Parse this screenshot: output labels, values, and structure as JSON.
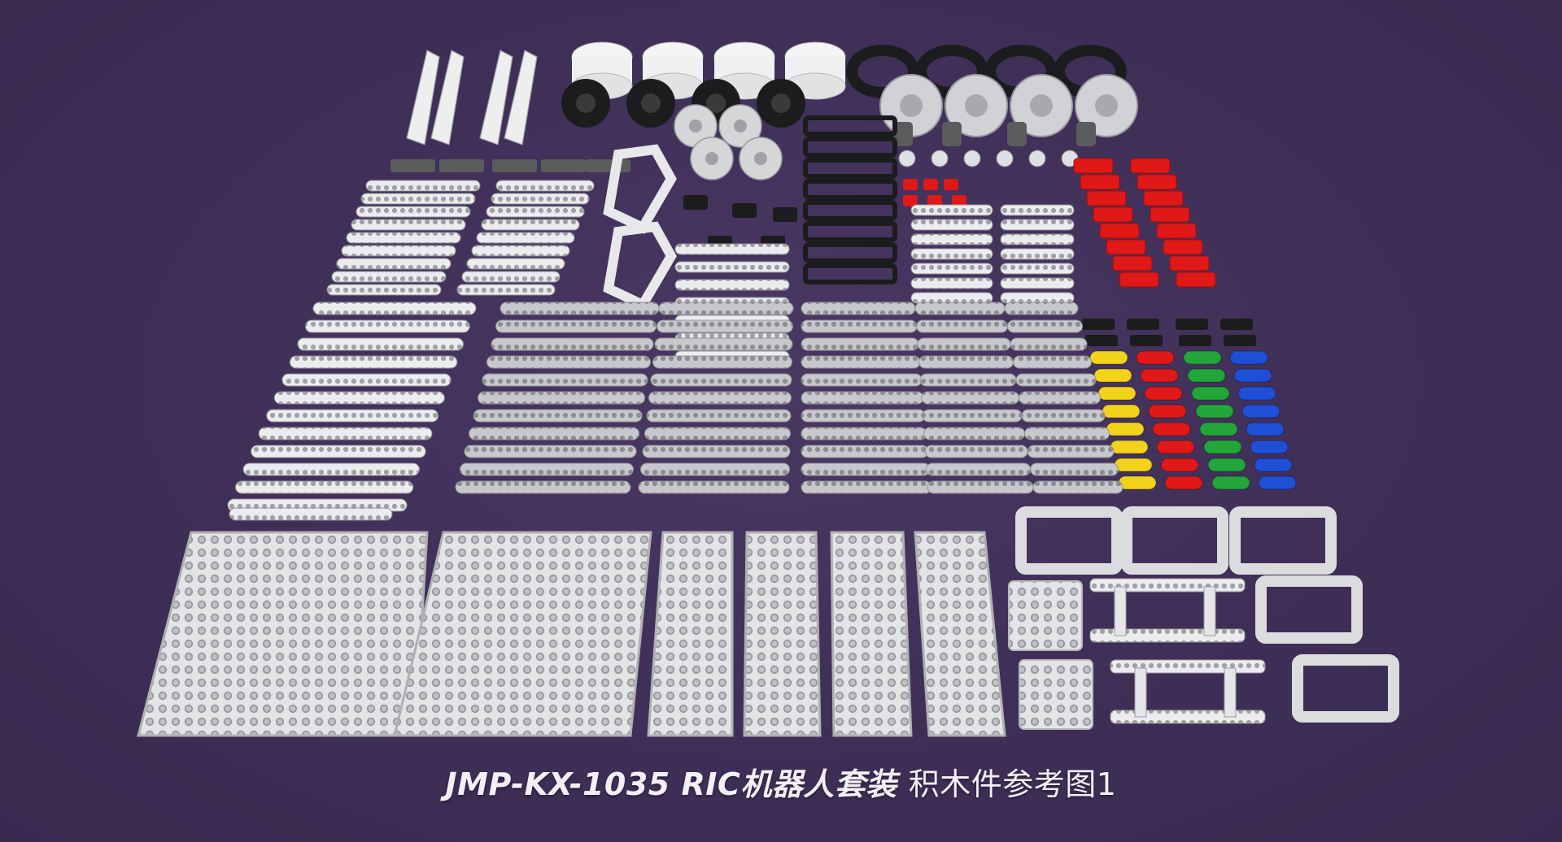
{
  "image": {
    "background_color": "#413159",
    "caption_model": "JMP-KX-1035 RIC机器人套装",
    "caption_desc": "积木件参考图1",
    "part_colors": {
      "white": "#eeeeef",
      "light_gray": "#c9c9cc",
      "dark_gray": "#5a5c5e",
      "black": "#1c1c1e",
      "red": "#e01818",
      "yellow": "#f3d21a",
      "green": "#22a63a",
      "blue": "#1f4fd6"
    },
    "groups": [
      "wing-parts",
      "wheel-rims",
      "tires",
      "hub-gears",
      "white-curved-beams",
      "black-frames",
      "white-bent-beams",
      "red-connectors",
      "colored-pins",
      "straight-beams",
      "perforated-plates",
      "rectangular-frames",
      "h-frames"
    ]
  }
}
